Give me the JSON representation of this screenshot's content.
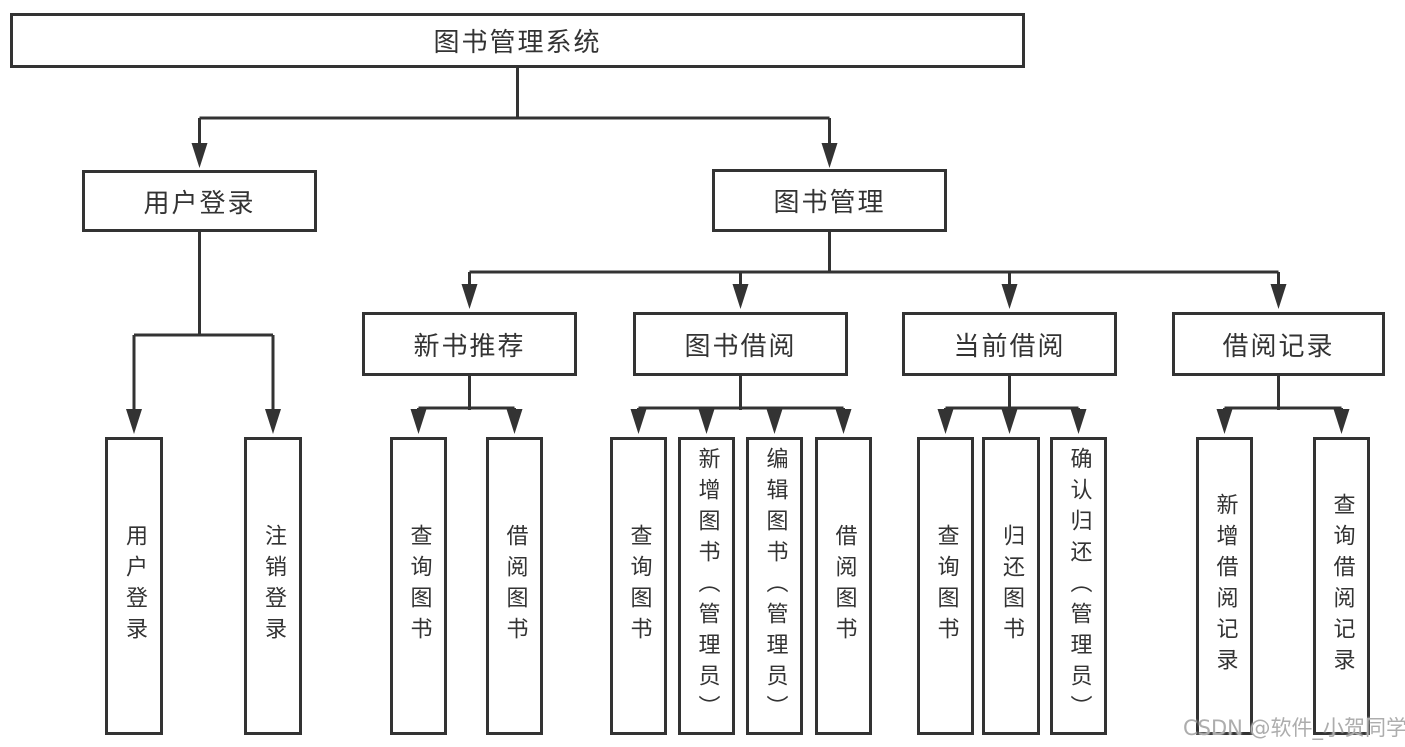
{
  "tree": {
    "label": "图书管理系统",
    "children": [
      {
        "label": "用户登录",
        "children": [
          {
            "label": "用户登录"
          },
          {
            "label": "注销登录"
          }
        ]
      },
      {
        "label": "图书管理",
        "children": [
          {
            "label": "新书推荐",
            "children": [
              {
                "label": "查询图书"
              },
              {
                "label": "借阅图书"
              }
            ]
          },
          {
            "label": "图书借阅",
            "children": [
              {
                "label": "查询图书"
              },
              {
                "label": "新增图书（管理员）"
              },
              {
                "label": "编辑图书（管理员）"
              },
              {
                "label": "借阅图书"
              }
            ]
          },
          {
            "label": "当前借阅",
            "children": [
              {
                "label": "查询图书"
              },
              {
                "label": "归还图书"
              },
              {
                "label": "确认归还（管理员）"
              }
            ]
          },
          {
            "label": "借阅记录",
            "children": [
              {
                "label": "新增借阅记录"
              },
              {
                "label": "查询借阅记录"
              }
            ]
          }
        ]
      }
    ]
  },
  "watermark": {
    "text": "CSDN @软件_小贺同学"
  },
  "colors": {
    "line": "#333333",
    "box_border": "#333333",
    "text": "#333333",
    "watermark": "#adadad",
    "background": "#ffffff"
  }
}
